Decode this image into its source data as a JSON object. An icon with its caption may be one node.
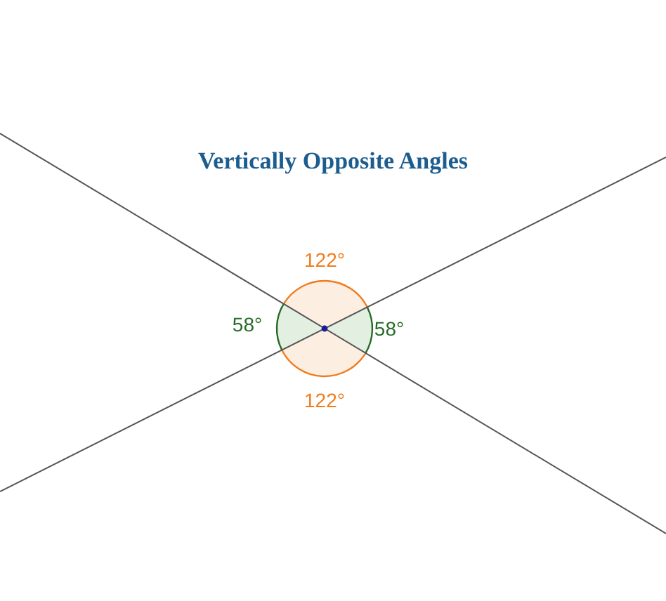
{
  "diagram": {
    "title": "Vertically Opposite Angles",
    "labels": [
      "122°",
      "58°",
      "58°",
      "122°"
    ]
  }
}
